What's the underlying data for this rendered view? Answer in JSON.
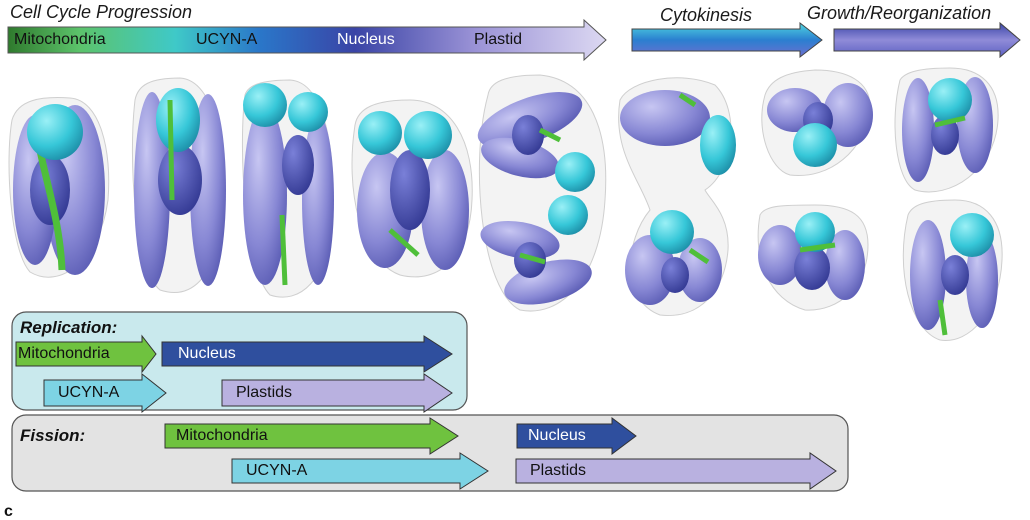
{
  "header": {
    "cell_cycle_title": "Cell Cycle Progression",
    "cytokinesis_title": "Cytokinesis",
    "growth_title": "Growth/Reorganization"
  },
  "main_arrow": {
    "labels": [
      "Mitochondria",
      "UCYN-A",
      "Nucleus",
      "Plastid"
    ],
    "gradient": [
      "#3c8f3a",
      "#3fc9c0",
      "#2b6fc4",
      "#3b48a8",
      "#8f86d0",
      "#d2cdee"
    ]
  },
  "replication": {
    "title": "Replication:",
    "arrows": [
      {
        "label": "Mitochondria",
        "color": "#6fc23f"
      },
      {
        "label": "Nucleus",
        "color": "#2f4f9e"
      },
      {
        "label": "UCYN-A",
        "color": "#7dd3e4"
      },
      {
        "label": "Plastids",
        "color": "#b9b1e0"
      }
    ],
    "background": "#c9e9ed"
  },
  "fission": {
    "title": "Fission:",
    "arrows": [
      {
        "label": "Mitochondria",
        "color": "#6fc23f"
      },
      {
        "label": "Nucleus",
        "color": "#2f4f9e"
      },
      {
        "label": "UCYN-A",
        "color": "#7dd3e4"
      },
      {
        "label": "Plastids",
        "color": "#b9b1e0"
      }
    ],
    "background": "#e3e3e3"
  },
  "colors": {
    "plastid": "#8f8fd6",
    "nucleus": "#4850b0",
    "ucyna": "#34c9d8",
    "mitochondria": "#4fbf3a",
    "membrane": "#d8d8d8"
  },
  "bottom_letter": "c"
}
